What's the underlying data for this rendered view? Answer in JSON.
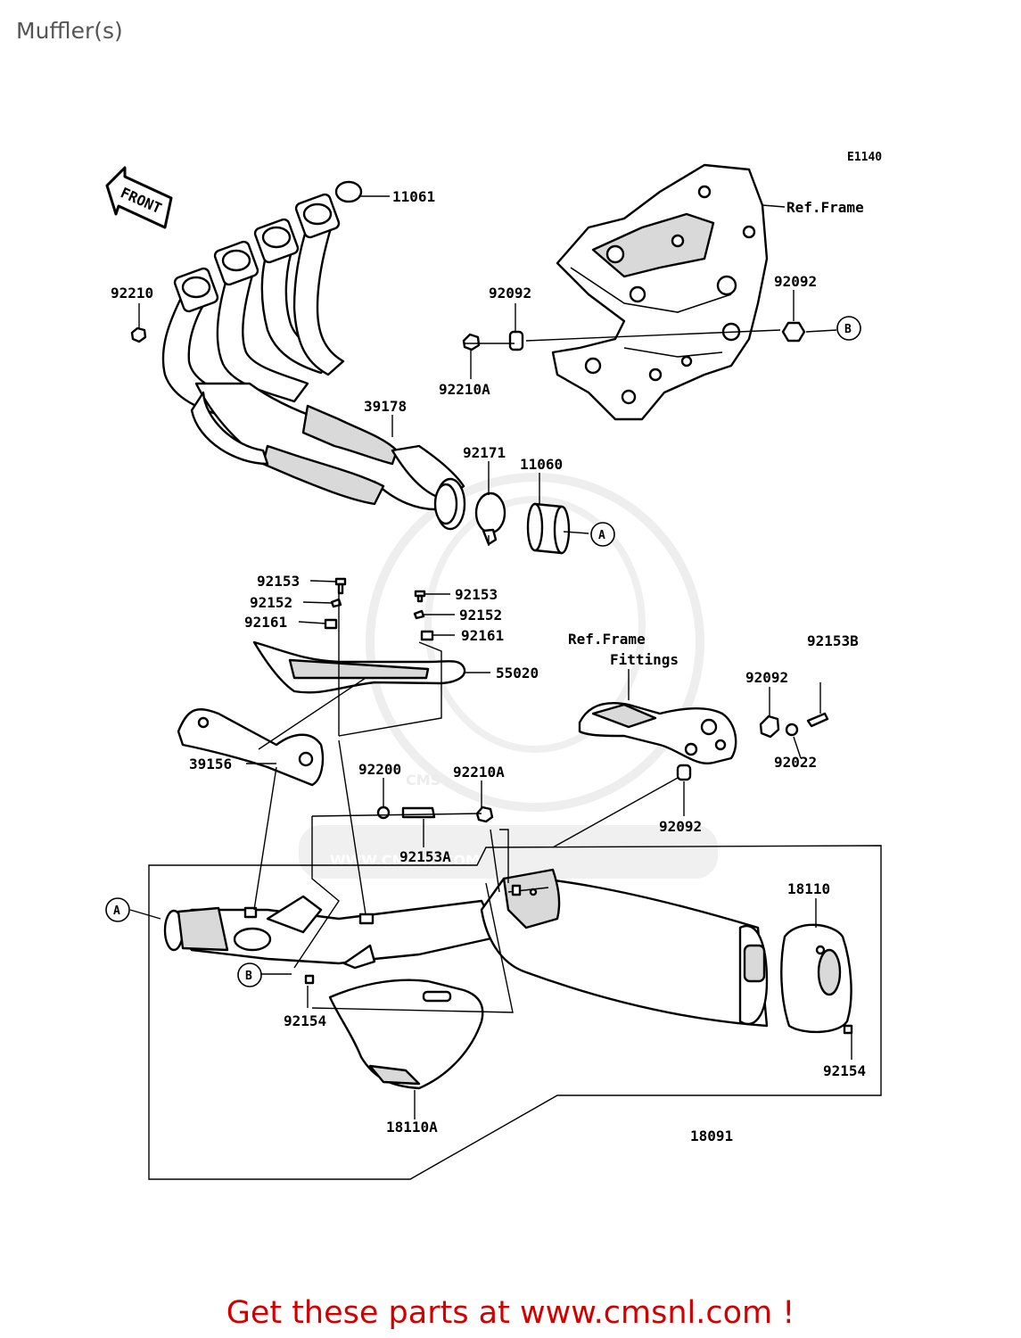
{
  "header": {
    "title": "Muffler(s)"
  },
  "diagram": {
    "code": "E1140",
    "front_label": "FRONT",
    "watermark": {
      "logo_text": "CMS",
      "url_text": "WWW.CMSNL.COM"
    },
    "ref_labels": {
      "ref_frame_top": "Ref.Frame",
      "ref_frame_mid": "Ref.Frame",
      "fittings": "Fittings"
    },
    "callouts": {
      "a": "A",
      "b": "B"
    },
    "parts": {
      "p11061": "11061",
      "p92210": "92210",
      "p92092_left": "92092",
      "p92092_right": "92092",
      "p92210A_top": "92210A",
      "p39178": "39178",
      "p92171": "92171",
      "p11060": "11060",
      "p92153_left": "92153",
      "p92152_left": "92152",
      "p92161_left": "92161",
      "p92153_right": "92153",
      "p92152_right": "92152",
      "p92161_right": "92161",
      "p55020": "55020",
      "p92153B": "92153B",
      "p92092_mid": "92092",
      "p92022": "92022",
      "p39156": "39156",
      "p92200": "92200",
      "p92210A_mid": "92210A",
      "p92153A": "92153A",
      "p92092_low": "92092",
      "p18110": "18110",
      "p92154_left": "92154",
      "p92154_right": "92154",
      "p18110A": "18110A",
      "p18091": "18091"
    }
  },
  "footer": {
    "promo_text": "Get these parts at www.cmsnl.com !"
  }
}
